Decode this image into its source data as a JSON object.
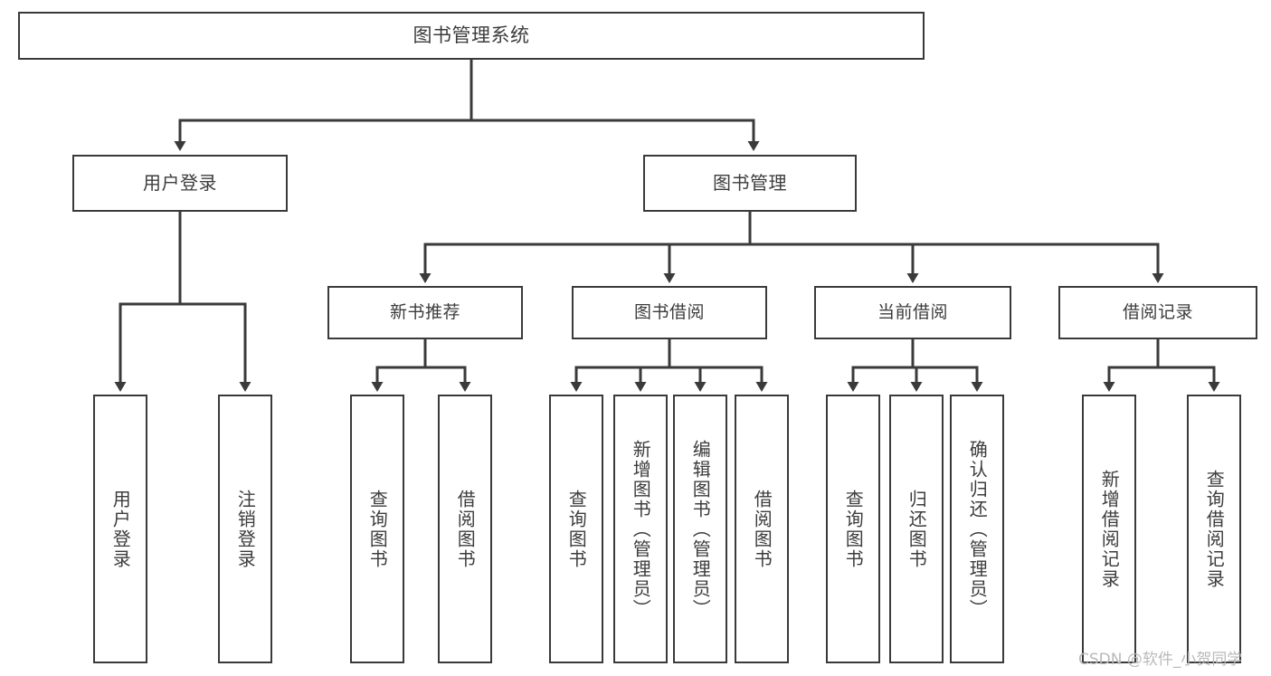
{
  "diagram": {
    "title": "图书管理系统",
    "type": "tree-hierarchy",
    "watermark": "CSDN @软件_小贺同学",
    "colors": {
      "box_border": "#3a3a3a",
      "box_fill": "#ffffff",
      "connector": "#3a3a3a",
      "text": "#3c3c3c",
      "watermark": "#b9b9b9",
      "background": "#ffffff"
    },
    "nodes": {
      "root": {
        "label": "图书管理系统"
      },
      "level1": [
        {
          "id": "user-login",
          "label": "用户登录"
        },
        {
          "id": "book-manage",
          "label": "图书管理"
        }
      ],
      "level2": [
        {
          "id": "new-book-recommend",
          "label": "新书推荐"
        },
        {
          "id": "book-borrow",
          "label": "图书借阅"
        },
        {
          "id": "current-borrow",
          "label": "当前借阅"
        },
        {
          "id": "borrow-record",
          "label": "借阅记录"
        }
      ],
      "leaves": {
        "user-login": [
          {
            "id": "leaf-user-login",
            "label": "用户登录"
          },
          {
            "id": "leaf-logout-login",
            "label": "注销登录"
          }
        ],
        "new-book-recommend": [
          {
            "id": "leaf-query-book-1",
            "label": "查询图书"
          },
          {
            "id": "leaf-borrow-book-1",
            "label": "借阅图书"
          }
        ],
        "book-borrow": [
          {
            "id": "leaf-query-book-2",
            "label": "查询图书"
          },
          {
            "id": "leaf-add-book-admin",
            "label": "新增图书（管理员）"
          },
          {
            "id": "leaf-edit-book-admin",
            "label": "编辑图书（管理员）"
          },
          {
            "id": "leaf-borrow-book-2",
            "label": "借阅图书"
          }
        ],
        "current-borrow": [
          {
            "id": "leaf-query-book-3",
            "label": "查询图书"
          },
          {
            "id": "leaf-return-book",
            "label": "归还图书"
          },
          {
            "id": "leaf-confirm-return-admin",
            "label": "确认归还（管理员）"
          }
        ],
        "borrow-record": [
          {
            "id": "leaf-add-borrow-record",
            "label": "新增借阅记录"
          },
          {
            "id": "leaf-query-borrow-record",
            "label": "查询借阅记录"
          }
        ]
      }
    }
  }
}
